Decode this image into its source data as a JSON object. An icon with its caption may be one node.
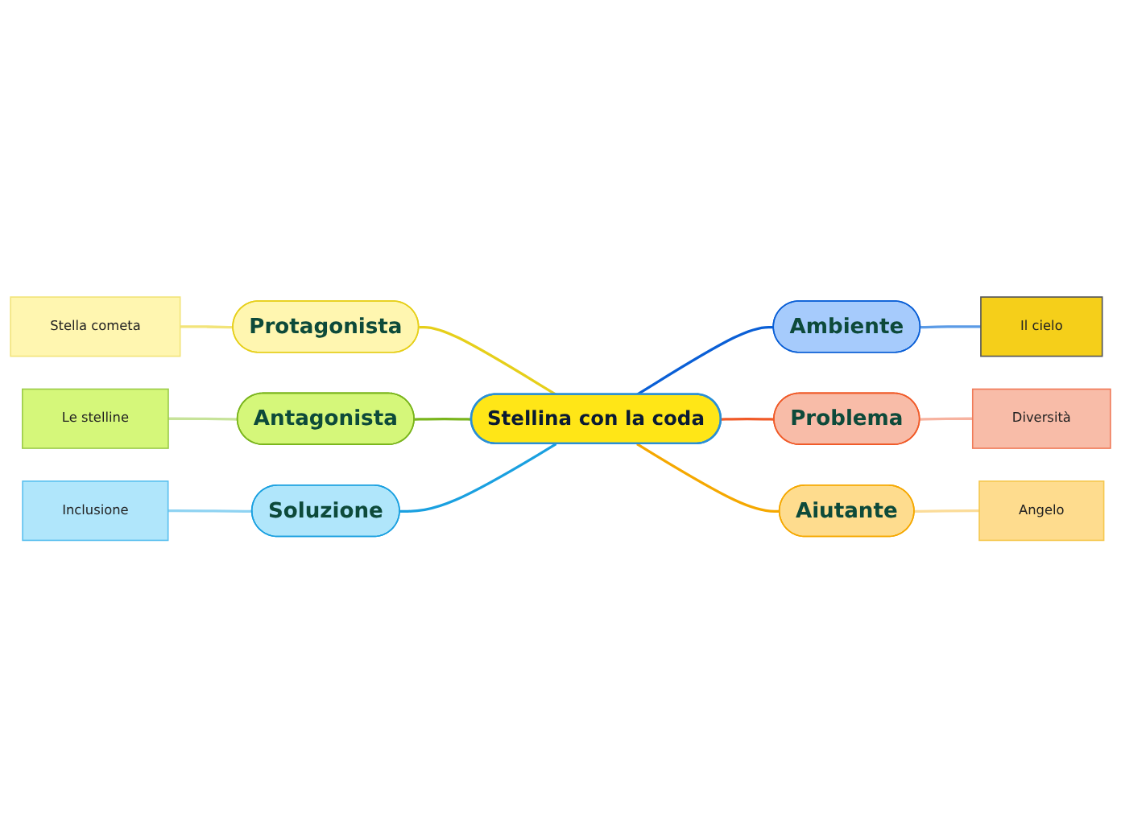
{
  "diagram": {
    "nodes": [
      {
        "text": [
          "Stellina con la coda"
        ]
      },
      {
        "text": [
          "Protagonista"
        ]
      },
      {
        "text": [
          "Stella cometa"
        ]
      },
      {
        "text": [
          "Antagonista"
        ]
      },
      {
        "text": [
          "Le stelline"
        ]
      },
      {
        "text": [
          "Soluzione"
        ]
      },
      {
        "text": [
          "Inclusione"
        ]
      },
      {
        "text": [
          "Ambiente"
        ]
      },
      {
        "text": [
          "Il cielo"
        ]
      },
      {
        "text": [
          "Problema"
        ]
      },
      {
        "text": [
          "Diversità"
        ]
      },
      {
        "text": [
          "Aiutante"
        ]
      },
      {
        "text": [
          "Angelo"
        ]
      }
    ],
    "edges": [
      {
        "from": 0,
        "to": 1,
        "arrow": "none",
        "color": "#e6cf1a"
      },
      {
        "from": 1,
        "to": 2,
        "arrow": "none",
        "color": "#f2e47a"
      },
      {
        "from": 0,
        "to": 3,
        "arrow": "none",
        "color": "#7ab51d"
      },
      {
        "from": 3,
        "to": 4,
        "arrow": "none",
        "color": "#c7e39a"
      },
      {
        "from": 0,
        "to": 5,
        "arrow": "none",
        "color": "#1aa0e0"
      },
      {
        "from": 5,
        "to": 6,
        "arrow": "none",
        "color": "#8fd3f2"
      },
      {
        "from": 0,
        "to": 7,
        "arrow": "none",
        "color": "#0a5fd6"
      },
      {
        "from": 7,
        "to": 8,
        "arrow": "none",
        "color": "#5b9be6"
      },
      {
        "from": 0,
        "to": 9,
        "arrow": "none",
        "color": "#f05a28"
      },
      {
        "from": 9,
        "to": 10,
        "arrow": "none",
        "color": "#f7b3a0"
      },
      {
        "from": 0,
        "to": 11,
        "arrow": "none",
        "color": "#f5a800"
      },
      {
        "from": 11,
        "to": 12,
        "arrow": "none",
        "color": "#fbdc99"
      }
    ]
  }
}
